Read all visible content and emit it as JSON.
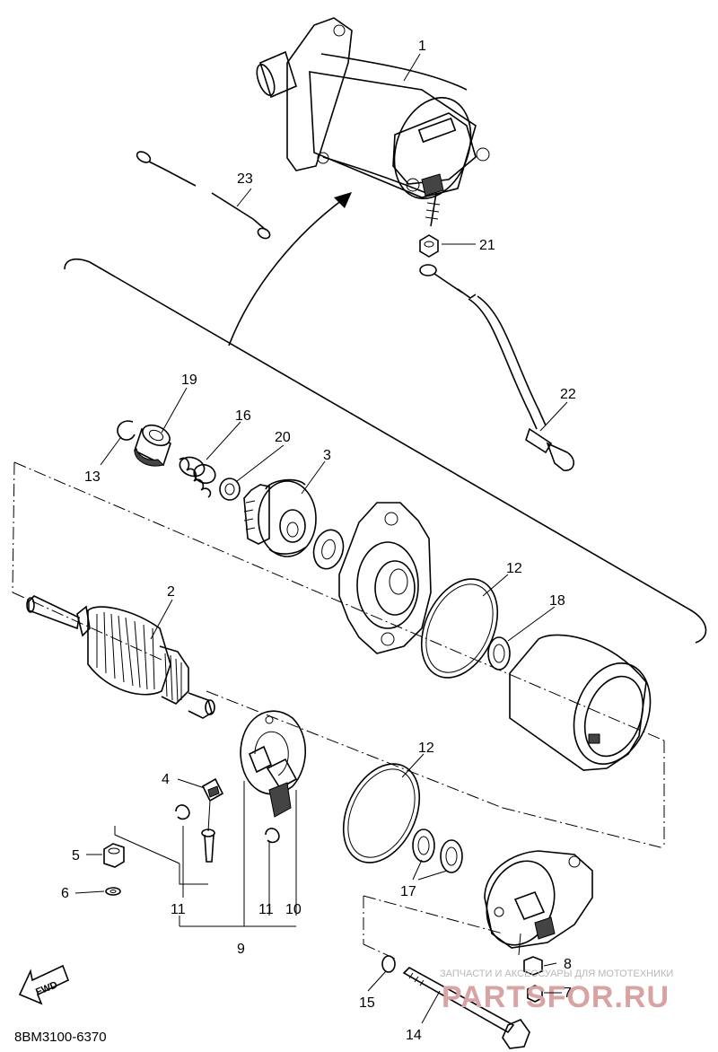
{
  "diagram": {
    "part_code": "8BM3100-6370",
    "fwd_label": "FWD",
    "watermark_text": "ЗАПЧАСТИ И АКСЕССУАРЫ ДЛЯ МОТОТЕХНИКИ",
    "watermark_logo": "PARTSFOR.RU",
    "callouts": [
      {
        "id": "c1",
        "text": "1"
      },
      {
        "id": "c2",
        "text": "2"
      },
      {
        "id": "c3",
        "text": "3"
      },
      {
        "id": "c4",
        "text": "4"
      },
      {
        "id": "c5",
        "text": "5"
      },
      {
        "id": "c6",
        "text": "6"
      },
      {
        "id": "c7",
        "text": "7"
      },
      {
        "id": "c8",
        "text": "8"
      },
      {
        "id": "c9",
        "text": "9"
      },
      {
        "id": "c10",
        "text": "10"
      },
      {
        "id": "c11a",
        "text": "11"
      },
      {
        "id": "c11b",
        "text": "11"
      },
      {
        "id": "c12a",
        "text": "12"
      },
      {
        "id": "c12b",
        "text": "12"
      },
      {
        "id": "c13",
        "text": "13"
      },
      {
        "id": "c14",
        "text": "14"
      },
      {
        "id": "c15",
        "text": "15"
      },
      {
        "id": "c16",
        "text": "16"
      },
      {
        "id": "c17",
        "text": "17"
      },
      {
        "id": "c18",
        "text": "18"
      },
      {
        "id": "c19",
        "text": "19"
      },
      {
        "id": "c20",
        "text": "20"
      },
      {
        "id": "c21",
        "text": "21"
      },
      {
        "id": "c22",
        "text": "22"
      },
      {
        "id": "c23",
        "text": "23"
      }
    ]
  }
}
